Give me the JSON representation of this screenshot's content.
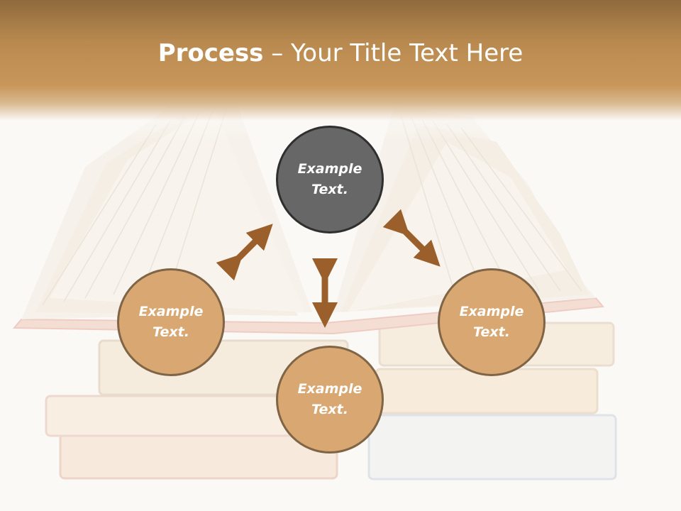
{
  "slide": {
    "title_bold": "Process",
    "title_rest": " – Your Title Text Here"
  },
  "nodes": {
    "top": "Example Text.",
    "left": "Example Text.",
    "right": "Example Text.",
    "bottom": "Example Text."
  },
  "colors": {
    "band_top": "#8f6a3c",
    "band_mid": "#c8965a",
    "node_dark": "#676767",
    "node_tan": "#d8a772",
    "arrow": "#9a5f2a"
  }
}
